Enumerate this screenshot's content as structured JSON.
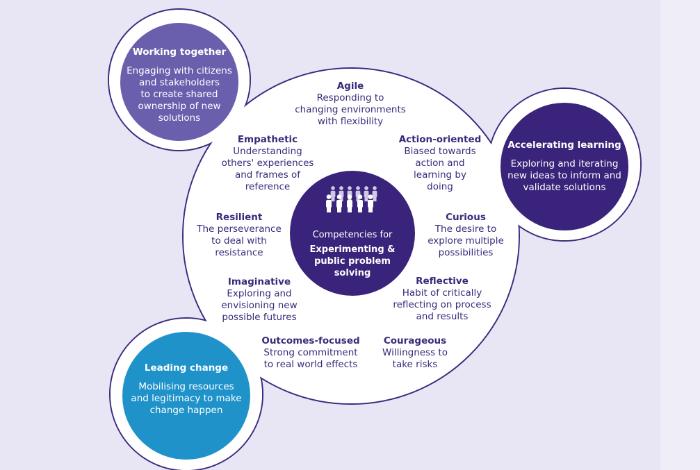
{
  "colors": {
    "background": "#e8e6f4",
    "blob_stroke": "#3d2b80",
    "working_together": "#6a5fad",
    "accelerating_learning": "#3a237a",
    "leading_change": "#1f93c9",
    "center": "#3a237a",
    "label_text": "#3a2a7a"
  },
  "center": {
    "icon": "people-group-icon",
    "line1": "Competencies for",
    "line2": "Experimenting &",
    "line3": "public problem",
    "line4": "solving"
  },
  "outer": {
    "working_together": {
      "title": "Working together",
      "desc": [
        "Engaging with citizens",
        "and stakeholders",
        "to create shared",
        "ownership of new",
        "solutions"
      ]
    },
    "accelerating_learning": {
      "title": "Accelerating learning",
      "desc": [
        "Exploring and iterating",
        "new ideas to inform and",
        "validate solutions"
      ]
    },
    "leading_change": {
      "title": "Leading change",
      "desc": [
        "Mobilising resources",
        "and legitimacy to make",
        "change happen"
      ]
    }
  },
  "competencies": [
    {
      "key": "agile",
      "title": "Agile",
      "desc": [
        "Responding to",
        "changing environments",
        "with flexibility"
      ]
    },
    {
      "key": "empathetic",
      "title": "Empathetic",
      "desc": [
        "Understanding",
        "others' experiences",
        "and frames of",
        "reference"
      ]
    },
    {
      "key": "action_oriented",
      "title": "Action-oriented",
      "desc": [
        "Biased towards",
        "action and",
        "learning by",
        "doing"
      ]
    },
    {
      "key": "resilient",
      "title": "Resilient",
      "desc": [
        "The perseverance",
        "to deal with",
        "resistance"
      ]
    },
    {
      "key": "curious",
      "title": "Curious",
      "desc": [
        "The desire to",
        "explore multiple",
        "possibilities"
      ]
    },
    {
      "key": "imaginative",
      "title": "Imaginative",
      "desc": [
        "Exploring and",
        "envisioning new",
        "possible futures"
      ]
    },
    {
      "key": "reflective",
      "title": "Reflective",
      "desc": [
        "Habit of critically",
        "reflecting on process",
        "and results"
      ]
    },
    {
      "key": "outcomes_focused",
      "title": "Outcomes-focused",
      "desc": [
        "Strong commitment",
        "to real world effects"
      ]
    },
    {
      "key": "courageous",
      "title": "Courageous",
      "desc": [
        "Willingness to",
        "take risks"
      ]
    }
  ]
}
